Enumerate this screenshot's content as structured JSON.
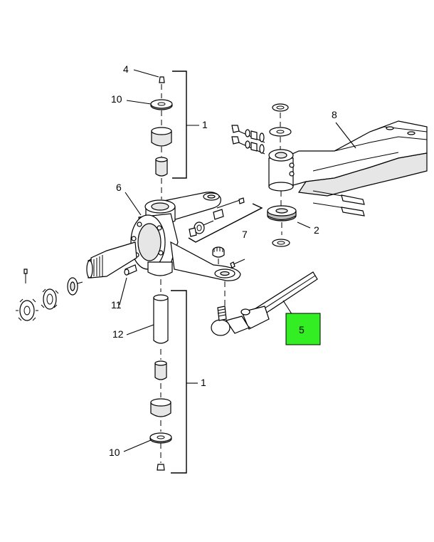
{
  "callouts": {
    "c1_top": "1",
    "c1_bottom": "1",
    "c2": "2",
    "c4": "4",
    "c5": "5",
    "c6": "6",
    "c7": "7",
    "c8": "8",
    "c10_top": "10",
    "c10_bottom": "10",
    "c11": "11",
    "c12": "12"
  },
  "colors": {
    "highlight": "#33ee22",
    "line": "#000000"
  },
  "highlighted_part": "5"
}
